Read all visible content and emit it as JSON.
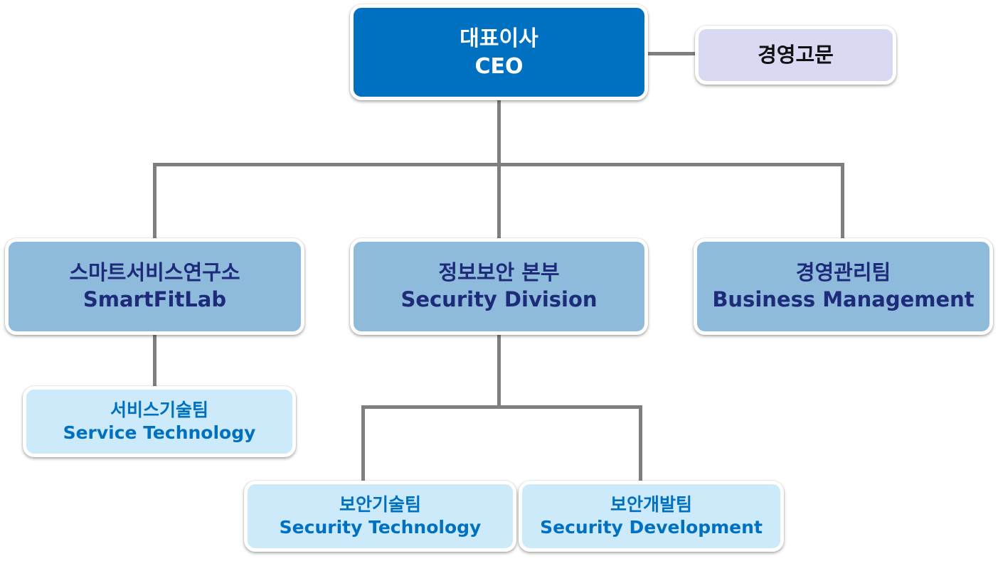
{
  "ceo": {
    "ko": "대표이사",
    "en": "CEO"
  },
  "advisor": {
    "ko": "경영고문"
  },
  "divisions": [
    {
      "ko": "스마트서비스연구소",
      "en": "SmartFitLab"
    },
    {
      "ko": "정보보안 본부",
      "en": "Security Division"
    },
    {
      "ko": "경영관리팀",
      "en": "Business Management"
    }
  ],
  "teams": [
    {
      "ko": "서비스기술팀",
      "en": "Service Technology"
    },
    {
      "ko": "보안기술팀",
      "en": "Security Technology"
    },
    {
      "ko": "보안개발팀",
      "en": "Security Development"
    }
  ],
  "colors": {
    "ceo_fill": "#0070c0",
    "advisor_fill": "#d9d9f3",
    "division_fill": "#8ebadb",
    "division_text": "#1e2a7a",
    "team_fill": "#cdeafb",
    "team_text": "#0070c0",
    "connector": "#7f7f7f"
  }
}
